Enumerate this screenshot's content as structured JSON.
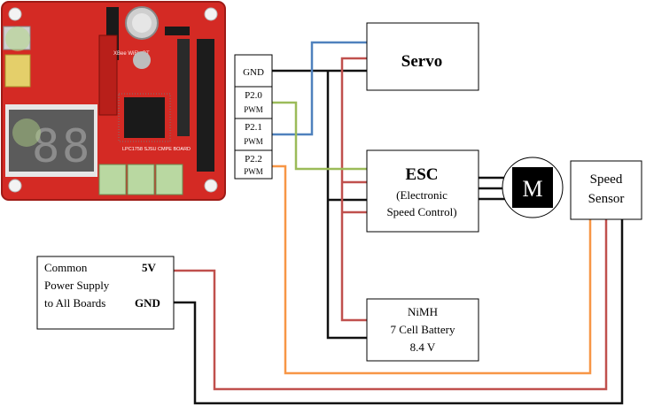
{
  "colors": {
    "black_wire": "#111111",
    "red_wire": "#c0504d",
    "blue_wire": "#4f81bd",
    "green_wire": "#9bbb59",
    "orange_wire": "#f79646",
    "board_red": "#d42a24"
  },
  "board": {
    "silkscreen": "LPC1758 SJSU CMPE BOARD",
    "xbee_label": "XBee WiFly BT"
  },
  "pins": {
    "gnd": "GND",
    "p20": "P2.0",
    "p21": "P2.1",
    "p22": "P2.2",
    "pwm": "PWM"
  },
  "servo": {
    "title": "Servo"
  },
  "esc": {
    "title": "ESC",
    "line1": "(Electronic",
    "line2": "Speed Control)"
  },
  "motor": {
    "symbol": "M"
  },
  "speed_sensor": {
    "line1": "Speed",
    "line2": "Sensor"
  },
  "battery": {
    "line1": "NiMH",
    "line2": "7 Cell Battery",
    "line3": "8.4 V"
  },
  "power_supply": {
    "line1": "Common",
    "line2": "Power Supply",
    "line3": "to All Boards",
    "v5": "5V",
    "gnd": "GND"
  }
}
